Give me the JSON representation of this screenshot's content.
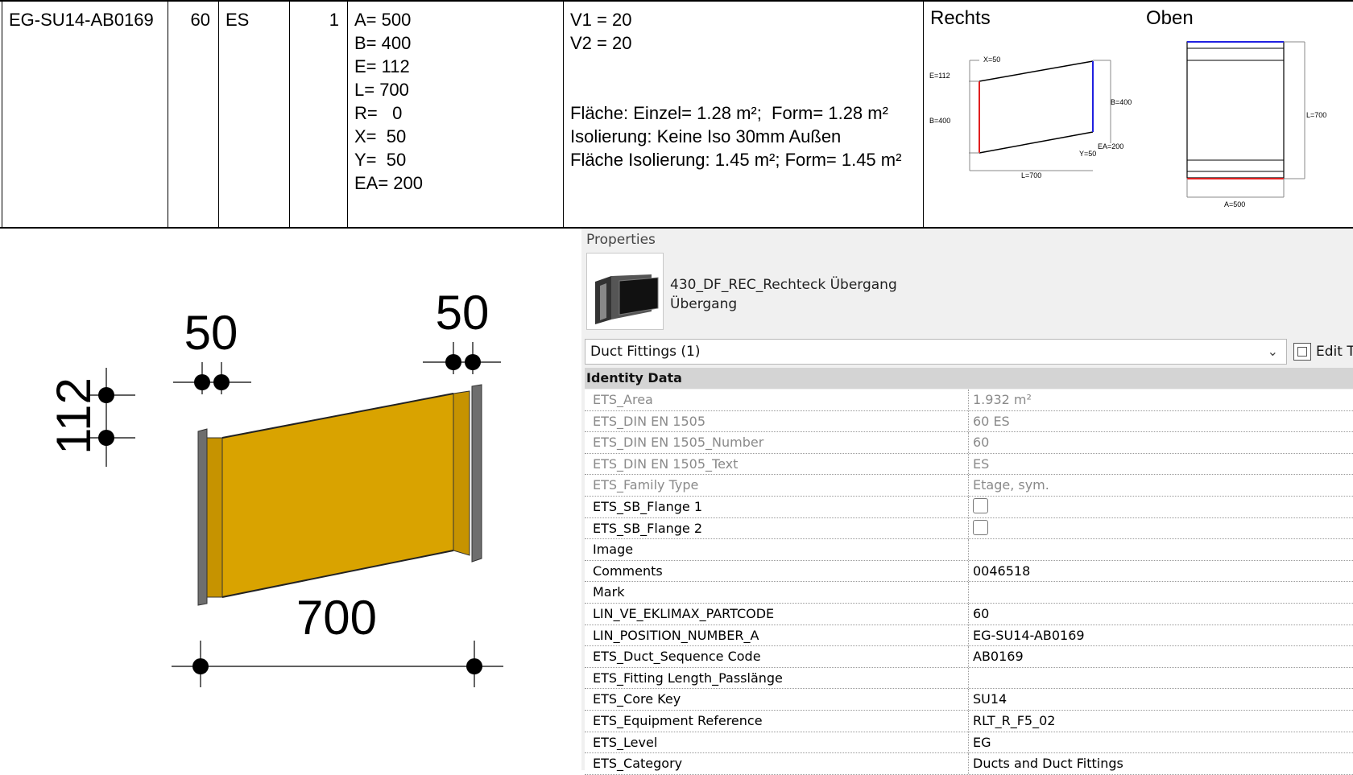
{
  "schedule": {
    "position": "EG-SU14-AB0169",
    "number": "60",
    "code": "ES",
    "quantity": "1",
    "dimensions": [
      "A= 500",
      "B= 400",
      "E= 112",
      "L= 700",
      "R=   0",
      "X=  50",
      "Y=  50",
      "EA= 200"
    ],
    "info_top": [
      "V1 = 20",
      "V2 = 20"
    ],
    "info_bottom": [
      "Fläche: Einzel= 1.28 m²;  Form= 1.28 m²",
      "Isolierung: Keine Iso 30mm Außen",
      "Fläche Isolierung: 1.45 m²; Form= 1.45 m²"
    ],
    "drawing_right": {
      "title": "Rechts",
      "labels": {
        "x": "X=50",
        "e": "E=112",
        "b_left": "B=400",
        "b_right": "B=400",
        "ea": "EA=200",
        "y": "Y=50",
        "l": "L=700"
      }
    },
    "drawing_top": {
      "title": "Oben",
      "labels": {
        "l": "L=700",
        "a": "A=500"
      }
    }
  },
  "view3d": {
    "dim_top_left": "50",
    "dim_top_right": "50",
    "dim_side": "112",
    "dim_length": "700",
    "colors": {
      "duct": "#d9a300",
      "duct_dark": "#b98700",
      "flange": "#6e6e6e"
    }
  },
  "properties": {
    "title": "Properties",
    "type_name_line1": "430_DF_REC_Rechteck Übergang",
    "type_name_line2": "Übergang",
    "selector_value": "Duct Fittings (1)",
    "edit_type_label": "Edit T",
    "group_label": "Identity Data",
    "rows": [
      {
        "key": "ETS_Area",
        "value": "1.932 m²",
        "readonly": true
      },
      {
        "key": "ETS_DIN EN 1505",
        "value": "60 ES",
        "readonly": true
      },
      {
        "key": "ETS_DIN EN 1505_Number",
        "value": "60",
        "readonly": true
      },
      {
        "key": "ETS_DIN EN 1505_Text",
        "value": "ES",
        "readonly": true
      },
      {
        "key": "ETS_Family Type",
        "value": "Etage, sym.",
        "readonly": true
      },
      {
        "key": "ETS_SB_Flange 1",
        "value": "",
        "checkbox": true
      },
      {
        "key": "ETS_SB_Flange 2",
        "value": "",
        "checkbox": true
      },
      {
        "key": "Image",
        "value": ""
      },
      {
        "key": "Comments",
        "value": "0046518"
      },
      {
        "key": "Mark",
        "value": ""
      },
      {
        "key": "LIN_VE_EKLIMAX_PARTCODE",
        "value": "60"
      },
      {
        "key": "LIN_POSITION_NUMBER_A",
        "value": "EG-SU14-AB0169"
      },
      {
        "key": "ETS_Duct_Sequence Code",
        "value": "AB0169"
      },
      {
        "key": "ETS_Fitting Length_Passlänge",
        "value": ""
      },
      {
        "key": "ETS_Core Key",
        "value": "SU14"
      },
      {
        "key": "ETS_Equipment Reference",
        "value": "RLT_R_F5_02"
      },
      {
        "key": "ETS_Level",
        "value": "EG"
      },
      {
        "key": "ETS_Category",
        "value": "Ducts and Duct Fittings"
      }
    ]
  }
}
